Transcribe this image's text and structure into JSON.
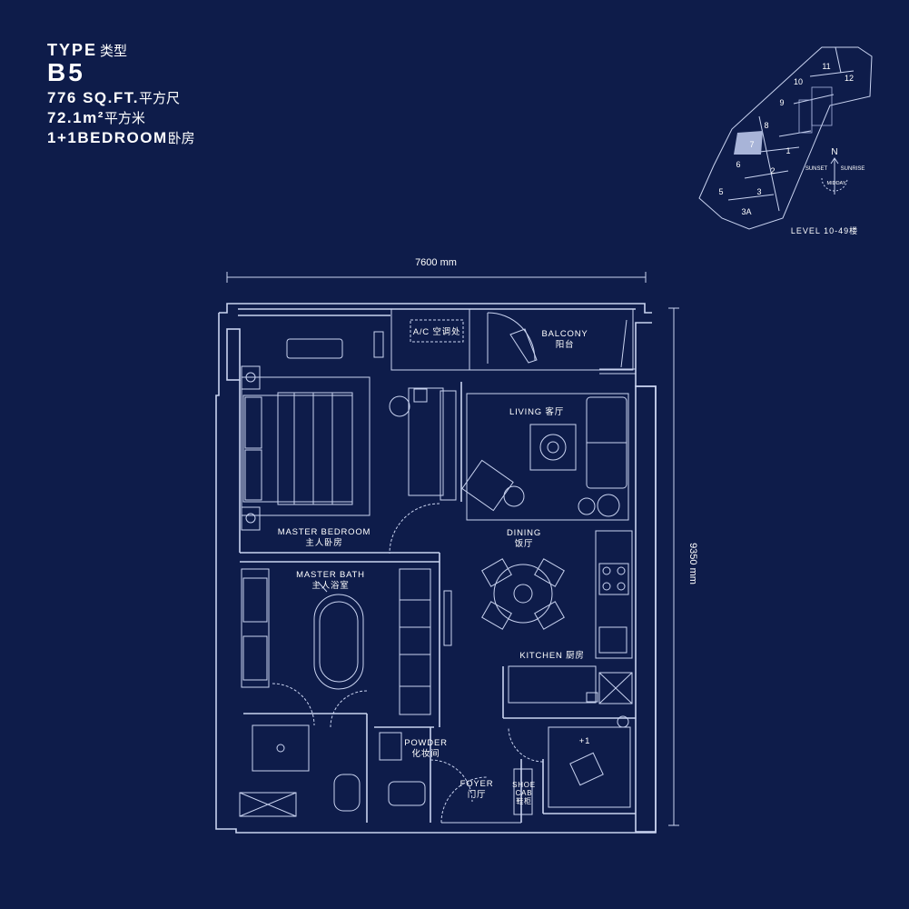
{
  "header": {
    "type_label": "TYPE",
    "type_label_cn": "类型",
    "unit_type": "B5",
    "area_sqft": "776 SQ.FT.",
    "area_sqft_cn": "平方尺",
    "area_m2": "72.1m²",
    "area_m2_cn": "平方米",
    "bedrooms": "1+1BEDROOM",
    "bedrooms_cn": "卧房"
  },
  "key_plan": {
    "units": [
      "11",
      "12",
      "10",
      "9",
      "8",
      "7",
      "1",
      "6",
      "2",
      "5",
      "3",
      "3A"
    ],
    "highlighted_unit": "7",
    "compass": {
      "north": "N",
      "sunset": "SUNSET",
      "sunrise": "SUNRISE",
      "midday": "MIDDAY"
    },
    "level": "LEVEL 10-49楼"
  },
  "dimensions": {
    "width": "7600 mm",
    "height": "9350 mm"
  },
  "rooms": {
    "ac_ledge": "A/C 空调处",
    "balcony": "BALCONY",
    "balcony_cn": "阳台",
    "living": "LIVING 客厅",
    "master_bedroom": "MASTER BEDROOM",
    "master_bedroom_cn": "主人卧房",
    "dining": "DINING",
    "dining_cn": "饭厅",
    "master_bath": "MASTER BATH",
    "master_bath_cn": "主人浴室",
    "kitchen": "KITCHEN 厨房",
    "powder": "POWDER",
    "powder_cn": "化妆间",
    "foyer": "FOYER",
    "foyer_cn": "门厅",
    "shoe_cab_1": "SHOE",
    "shoe_cab_2": "CAB",
    "shoe_cab_cn": "鞋柜",
    "plus_one": "+1"
  },
  "colors": {
    "background": "#0e1c4a",
    "line": "#c9d3f0",
    "highlight": "#a8b4d8"
  }
}
